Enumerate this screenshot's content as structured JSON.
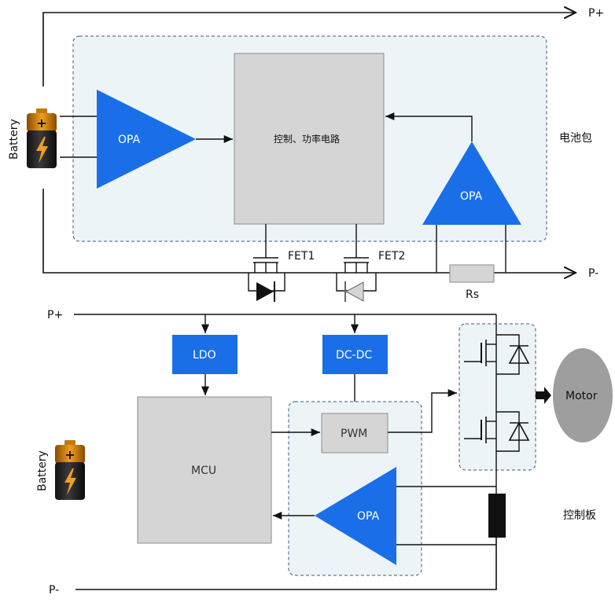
{
  "top": {
    "p_plus": "P+",
    "p_minus": "P-",
    "battery_label": "Battery",
    "opa_left": "OPA",
    "opa_right": "OPA",
    "control_block": "控制、功率电路",
    "pack_label": "电池包",
    "fet1": "FET1",
    "fet2": "FET2",
    "rs": "Rs"
  },
  "bottom": {
    "p_plus": "P+",
    "p_minus": "P-",
    "battery_label": "Battery",
    "ldo": "LDO",
    "dcdc": "DC-DC",
    "mcu": "MCU",
    "pwm": "PWM",
    "opa": "OPA",
    "motor": "Motor",
    "board_label": "控制板"
  },
  "colors": {
    "accent_blue": "#1a6fe8",
    "panel_fill": "#edf4f8",
    "panel_border": "#3a5a7a",
    "block_gray": "#d5d5d5",
    "motor_gray": "#9e9e9e"
  }
}
